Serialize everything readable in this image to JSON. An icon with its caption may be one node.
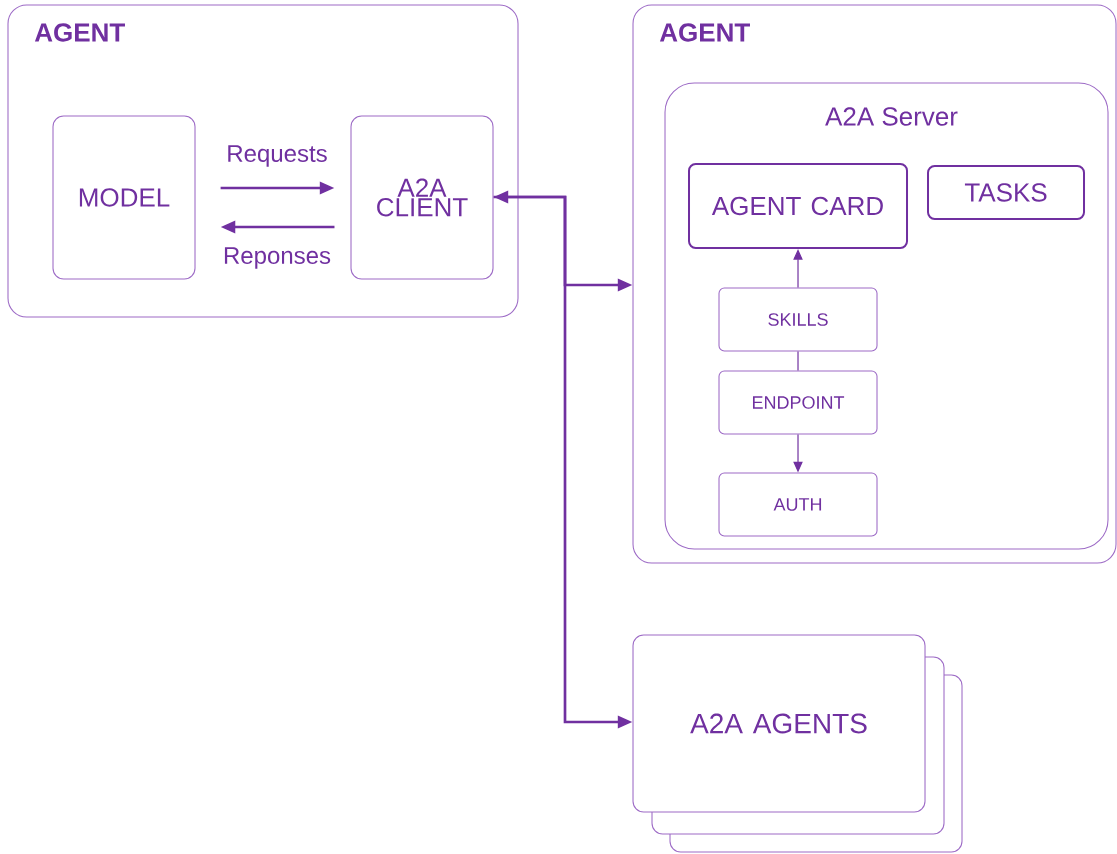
{
  "diagram": {
    "nodes": [
      {
        "text": [
          "AGENT"
        ]
      },
      {
        "text": [
          "MODEL"
        ],
        "in": 0
      },
      {
        "text": [
          "A2A CLIENT"
        ],
        "in": 0
      },
      {
        "text": [
          "AGENT"
        ]
      },
      {
        "text": [
          "A2A Server"
        ],
        "in": 3
      },
      {
        "text": [
          "AGENT CARD"
        ],
        "in": 4
      },
      {
        "text": [
          "TASKS"
        ],
        "in": 4
      },
      {
        "text": [
          "SKILLS"
        ],
        "in": 4
      },
      {
        "text": [
          "ENDPOINT"
        ],
        "in": 4
      },
      {
        "text": [
          "AUTH"
        ],
        "in": 4
      },
      {
        "text": [
          "A2A AGENTS"
        ]
      }
    ],
    "edges": [
      {
        "from": 1,
        "to": 2,
        "arrow": "to",
        "label": "Requests"
      },
      {
        "from": 2,
        "to": 1,
        "arrow": "to",
        "label": "Reponses"
      },
      {
        "from": 2,
        "to": 3,
        "arrow": "both"
      },
      {
        "from": 2,
        "to": 10,
        "arrow": "to"
      },
      {
        "from": 7,
        "to": 5,
        "arrow": "to"
      },
      {
        "from": 7,
        "to": 8,
        "arrow": "none"
      },
      {
        "from": 8,
        "to": 9,
        "arrow": "to"
      }
    ]
  }
}
